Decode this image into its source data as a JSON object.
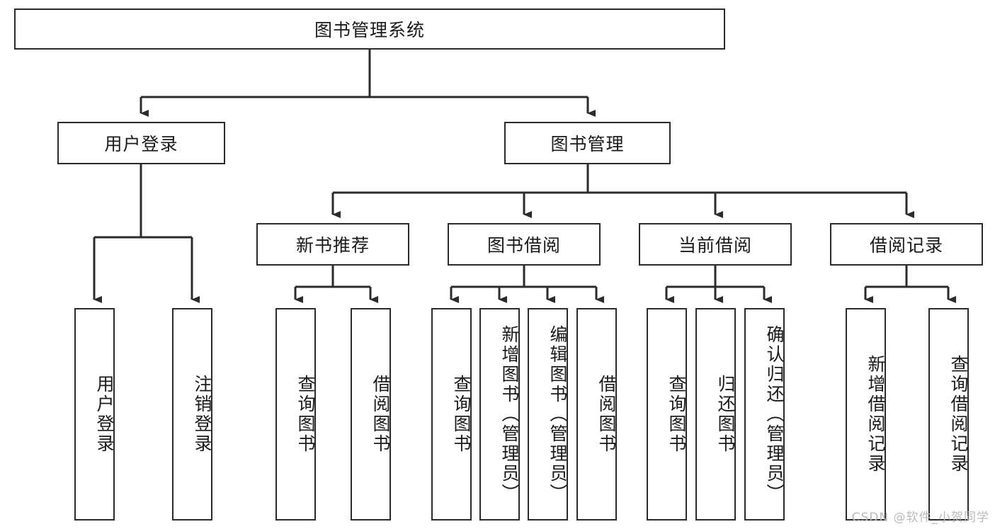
{
  "diagram": {
    "title": "图书管理系统",
    "type": "tree-hierarchy-chart",
    "watermark": "CSDN @软件_小贺同学",
    "colors": {
      "box_border": "#2b2b2b",
      "box_fill": "#ffffff",
      "connector": "#2b2b2b",
      "text": "#1a1a1a",
      "watermark": "#b9b9b9",
      "background": "#ffffff"
    },
    "root": {
      "label": "图书管理系统"
    },
    "level2": [
      {
        "label": "用户登录"
      },
      {
        "label": "图书管理"
      }
    ],
    "level3": [
      {
        "label": "新书推荐"
      },
      {
        "label": "图书借阅"
      },
      {
        "label": "当前借阅"
      },
      {
        "label": "借阅记录"
      }
    ],
    "leaves": {
      "user_login": [
        {
          "label": "用户登录"
        },
        {
          "label": "注销登录"
        }
      ],
      "new_book_recommend": [
        {
          "label": "查询图书"
        },
        {
          "label": "借阅图书"
        }
      ],
      "book_borrow": [
        {
          "label": "查询图书"
        },
        {
          "label": "新增图书（管理员）"
        },
        {
          "label": "编辑图书（管理员）"
        },
        {
          "label": "借阅图书"
        }
      ],
      "current_borrow": [
        {
          "label": "查询图书"
        },
        {
          "label": "归还图书"
        },
        {
          "label": "确认归还（管理员）"
        }
      ],
      "borrow_record": [
        {
          "label": "新增借阅记录"
        },
        {
          "label": "查询借阅记录"
        }
      ]
    }
  }
}
